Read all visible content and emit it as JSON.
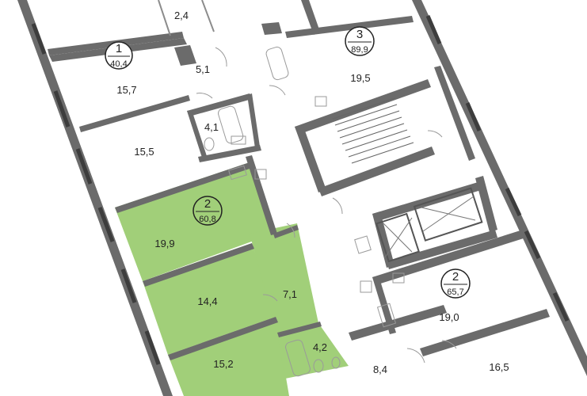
{
  "colors": {
    "highlight": "#a1cf79",
    "wall": "#6b6b6b",
    "window": "#3d3d3d",
    "background": "#ffffff"
  },
  "apartments": [
    {
      "number": "1",
      "area": "40,4"
    },
    {
      "number": "3",
      "area": "89,9"
    },
    {
      "number": "2",
      "area": "60,8",
      "highlighted": true
    },
    {
      "number": "2",
      "area": "65,7"
    }
  ],
  "rooms": [
    "2,4",
    "5,1",
    "15,7",
    "4,1",
    "15,5",
    "19,5",
    "19,9",
    "14,4",
    "7,1",
    "4,2",
    "15,2",
    "19,0",
    "8,4",
    "16,5"
  ]
}
